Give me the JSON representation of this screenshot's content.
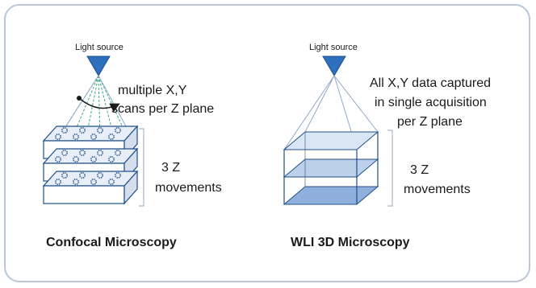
{
  "left_panel": {
    "source_label": "Light source",
    "scan_note": [
      "multiple X,Y",
      "scans per Z plane"
    ],
    "movements_label": [
      "3 Z",
      "movements"
    ],
    "caption": "Confocal Microscopy"
  },
  "right_panel": {
    "source_label": "Light source",
    "capture_note": [
      "All X,Y data captured",
      "in single acquisition",
      "per Z plane"
    ],
    "movements_label": [
      "3 Z",
      "movements"
    ],
    "caption": "WLI 3D Microscopy"
  },
  "colors": {
    "frame_stroke": "#b8c7d8",
    "source_fill": "#2e6fbe",
    "block_stroke": "#1f4f8a",
    "plane_top": "#dbe6f4",
    "plane_mid": "#bcd0ea",
    "plane_bottom": "#8fb0dc",
    "beam_green": "#3aa888",
    "beam_blue": "#8fa8c8"
  },
  "icons": {
    "left_source": "triangle-down-icon",
    "right_source": "triangle-down-icon",
    "scan_arrow": "curved-arrow-icon"
  }
}
